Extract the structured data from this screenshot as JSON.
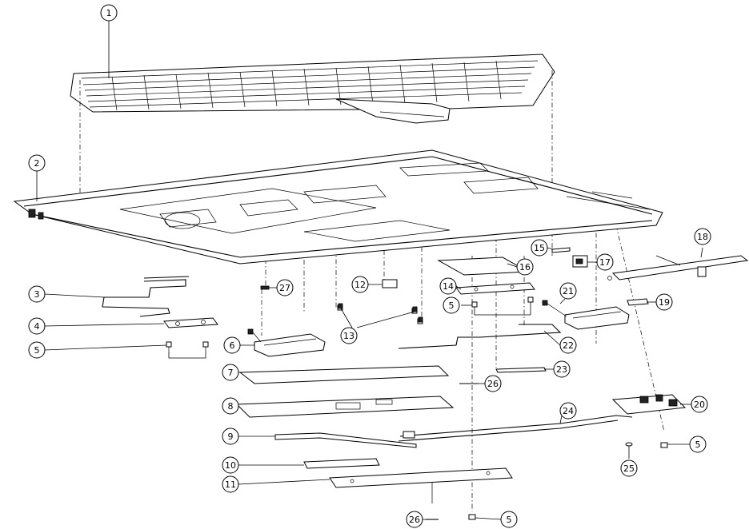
{
  "diagram": {
    "callouts": [
      "1",
      "2",
      "3",
      "4",
      "5",
      "5",
      "5",
      "5",
      "6",
      "7",
      "8",
      "9",
      "10",
      "11",
      "12",
      "13",
      "14",
      "15",
      "16",
      "17",
      "18",
      "19",
      "20",
      "21",
      "22",
      "23",
      "24",
      "25",
      "26",
      "26",
      "27"
    ]
  }
}
